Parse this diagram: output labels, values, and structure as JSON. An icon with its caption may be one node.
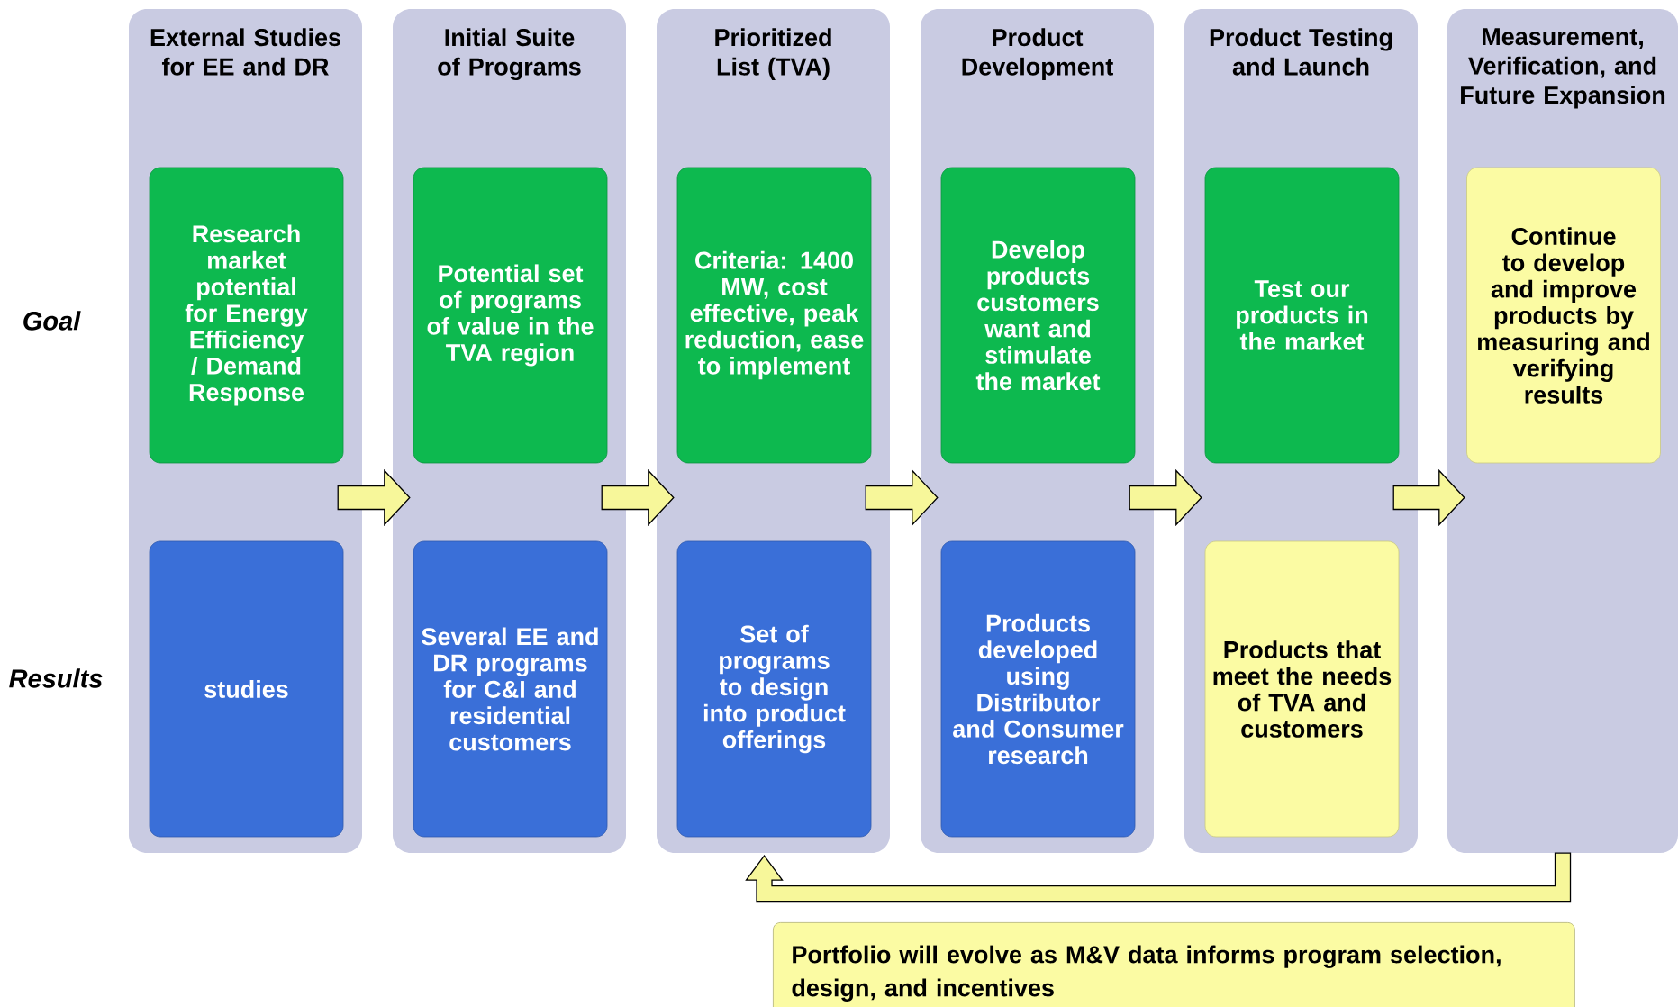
{
  "diagram": {
    "nodes": [
      {
        "text": [
          "External Studies for EE and DR"
        ]
      },
      {
        "text": [
          "Research market potential for Energy Efficiency / Demand Response"
        ],
        "in": 0
      },
      {
        "text": [
          "studies"
        ],
        "in": 0
      },
      {
        "text": [
          "Initial Suite of Programs"
        ]
      },
      {
        "text": [
          "Potential set of programs of value in the TVA region"
        ],
        "in": 3
      },
      {
        "text": [
          "Several EE and DR programs for C&I and residential customers"
        ],
        "in": 3
      },
      {
        "text": [
          "Prioritized List (TVA)"
        ]
      },
      {
        "text": [
          "Criteria: 1400 MW, cost effective, peak reduction, ease to implement"
        ],
        "in": 6
      },
      {
        "text": [
          "Set of programs to design into product offerings"
        ],
        "in": 6
      },
      {
        "text": [
          "Product Development"
        ]
      },
      {
        "text": [
          "Develop products customers want and stimulate the market"
        ],
        "in": 9
      },
      {
        "text": [
          "Products developed using Distributor and Consumer research"
        ],
        "in": 9
      },
      {
        "text": [
          "Product Testing and Launch"
        ]
      },
      {
        "text": [
          "Test our products in the market"
        ],
        "in": 12
      },
      {
        "text": [
          "Products that meet the needs of TVA and customers"
        ],
        "in": 12
      },
      {
        "text": [
          "Measurement, Verification, and Future Expansion"
        ]
      },
      {
        "text": [
          "Continue to develop and improve products by measuring and verifying results"
        ],
        "in": 15
      },
      {
        "text": [
          "Portfolio will evolve as M&V data informs program selection, design, and incentives"
        ]
      }
    ],
    "edges": [
      {
        "from": 0,
        "to": 3,
        "arrow": "to"
      },
      {
        "from": 3,
        "to": 6,
        "arrow": "to"
      },
      {
        "from": 6,
        "to": 9,
        "arrow": "to"
      },
      {
        "from": 9,
        "to": 12,
        "arrow": "to"
      },
      {
        "from": 12,
        "to": 15,
        "arrow": "to"
      },
      {
        "from": 15,
        "to": 6,
        "arrow": "to"
      }
    ],
    "labels": [
      "Goal",
      "Results"
    ]
  }
}
